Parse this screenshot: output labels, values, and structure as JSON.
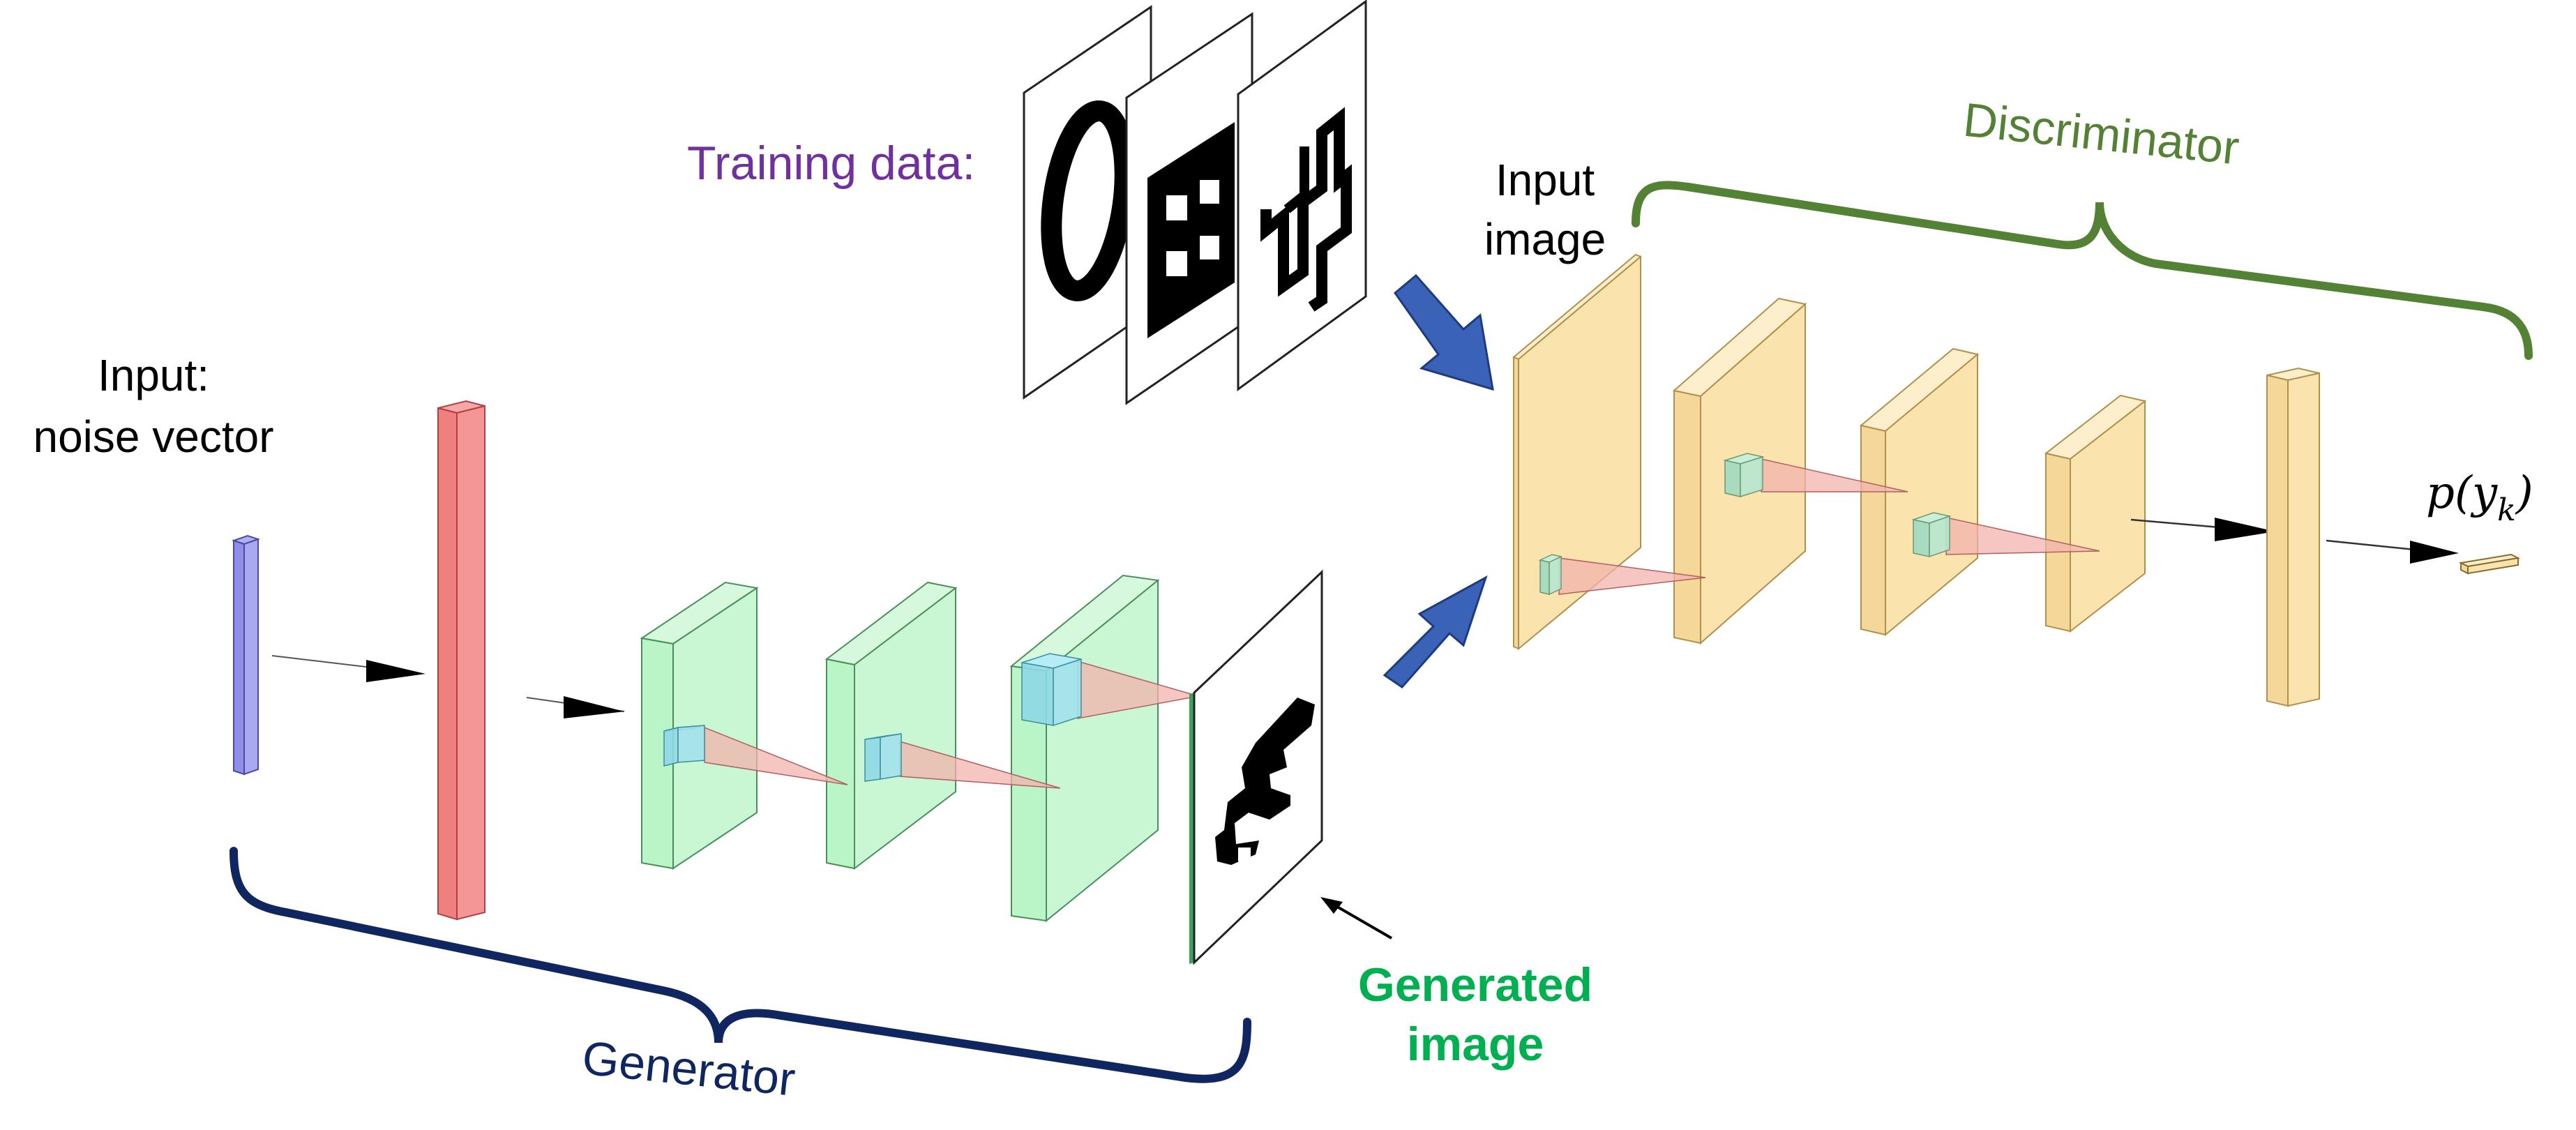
{
  "labels": {
    "input_noise_line1": "Input:",
    "input_noise_line2": "noise vector",
    "training_data": "Training data:",
    "input_image_line1": "Input",
    "input_image_line2": "image",
    "discriminator": "Discriminator",
    "generator": "Generator",
    "generated_image_line1": "Generated",
    "generated_image_line2": "image",
    "output_prob": "p(y",
    "output_prob_sub": "k",
    "output_prob_close": ")"
  },
  "colors": {
    "noise_vector": "#8f8fe8",
    "dense_layer": "#f08080",
    "generator_conv": "#b9f5c6",
    "discriminator_conv": "#fbe3ad",
    "kernel_cube": "#8fd8e6",
    "cone": "#f2b3ad",
    "input_arrows": "#3a63b8",
    "generator_brace": "#0f2660",
    "discriminator_brace": "#548235",
    "training_text": "#7030a0",
    "generated_text": "#00b050",
    "generator_text": "#0f2660",
    "discriminator_text": "#548235"
  }
}
